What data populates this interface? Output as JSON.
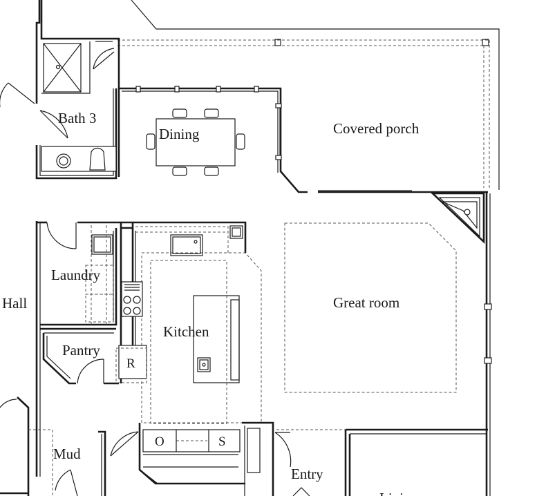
{
  "rooms": {
    "bath3": "Bath 3",
    "dining": "Dining",
    "covered_porch": "Covered porch",
    "laundry": "Laundry",
    "hall": "Hall",
    "kitchen": "Kitchen",
    "great_room": "Great room",
    "pantry": "Pantry",
    "mud": "Mud",
    "entry": "Entry",
    "living": "Livi"
  },
  "fixtures": {
    "refrigerator": "R",
    "oven": "O",
    "s": "S"
  }
}
